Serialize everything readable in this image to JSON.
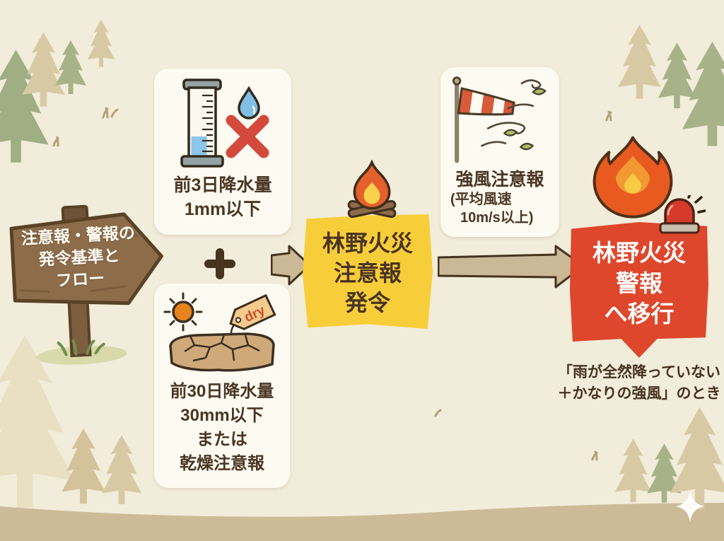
{
  "sign": {
    "lines": [
      "注意報・警報の",
      "発令基準と",
      "フロー"
    ]
  },
  "card_rain3": {
    "lines": [
      "前3日降水量",
      "1mm以下"
    ]
  },
  "card_rain30": {
    "lines": [
      "前30日降水量",
      "30mm以下",
      "または",
      "乾燥注意報"
    ],
    "tag": "dry"
  },
  "card_wind": {
    "title": "強風注意報",
    "sub1": "(平均風速",
    "sub2": "10m/s以上)"
  },
  "badge_advisory": {
    "lines": [
      "林野火災",
      "注意報",
      "発令"
    ]
  },
  "badge_warning": {
    "lines": [
      "林野火災",
      "警報",
      "へ移行"
    ]
  },
  "caption": {
    "lines": [
      "「雨が全然降っていない",
      "＋かなりの強風」のとき"
    ]
  },
  "operators": {
    "plus": "+"
  },
  "icons": [
    "pine-tree-icon",
    "rain-gauge-icon",
    "raindrop-icon",
    "no-rain-x-icon",
    "sun-icon",
    "dry-tag-icon",
    "cracked-earth-icon",
    "windsock-icon",
    "leaf-icon",
    "campfire-icon",
    "fire-icon",
    "siren-icon",
    "arrow-right-icon",
    "signpost-icon",
    "sparkle-icon"
  ],
  "colors": {
    "paper": "#f2ecda",
    "card": "#fdfaf1",
    "ink": "#4a3624",
    "advisory_yellow": "#f7ce39",
    "warning_red": "#de472b",
    "arrow_tan": "#cab897",
    "wood_brown": "#8d6c4a",
    "tree_green": "#a7b289",
    "tree_tan": "#d8c9a5",
    "ground": "#cdbb98"
  }
}
